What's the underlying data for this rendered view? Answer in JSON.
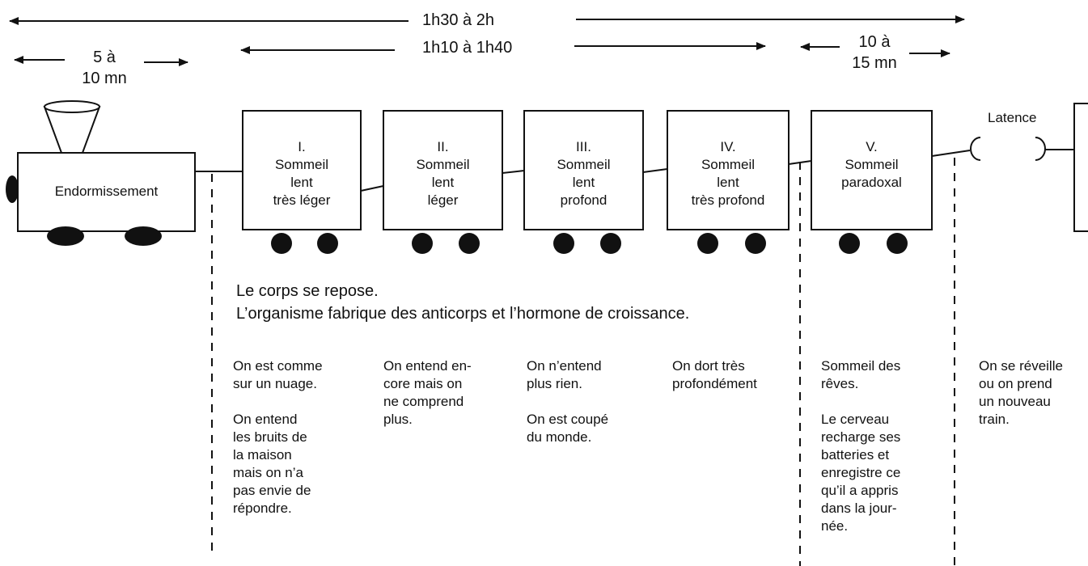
{
  "durations": {
    "total": "1h30 à 2h",
    "slow_sleep": "1h10 à 1h40",
    "falling_asleep_line1": "5 à",
    "falling_asleep_line2": "10 mn",
    "paradoxal_line1": "10 à",
    "paradoxal_line2": "15 mn"
  },
  "locomotive": {
    "label": "Endormissement"
  },
  "wagons": [
    {
      "l1": "I.",
      "l2": "Sommeil",
      "l3": "lent",
      "l4": "très léger"
    },
    {
      "l1": "II.",
      "l2": "Sommeil",
      "l3": "lent",
      "l4": "léger"
    },
    {
      "l1": "III.",
      "l2": "Sommeil",
      "l3": "lent",
      "l4": "profond"
    },
    {
      "l1": "IV.",
      "l2": "Sommeil",
      "l3": "lent",
      "l4": "très profond"
    },
    {
      "l1": "V.",
      "l2": "Sommeil",
      "l3": "paradoxal",
      "l4": ""
    }
  ],
  "latence": "Latence",
  "body_rest": {
    "line1": "Le corps se repose.",
    "line2": "L’organisme fabrique des anticorps et l’hormone de croissance."
  },
  "descriptions": [
    "On est comme\nsur un nuage.\n\nOn entend\nles bruits de\nla maison\nmais on n’a\npas envie de\nrépondre.",
    "On entend en-\ncore mais on\nne comprend\nplus.",
    "On n’entend\nplus rien.\n\nOn est coupé\ndu monde.",
    "On dort très\nprofondément",
    "Sommeil des\nrêves.\n\nLe cerveau\nrecharge ses\nbatteries et\nenregistre ce\nqu’il a appris\ndans la jour-\nnée.",
    "On se réveille\nou on prend\nun nouveau\ntrain."
  ]
}
